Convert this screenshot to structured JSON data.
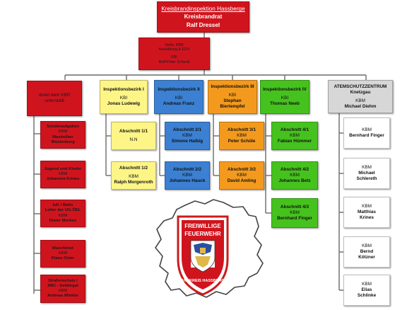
{
  "top": {
    "line1": "Kreisbrandinspektion Hassberge",
    "line2": "Kreisbrandrat",
    "line3": "Ralf Dressel"
  },
  "deputy": {
    "line1": "Stellv. KBR",
    "line2": "Ausbildung & EDV",
    "line3": "KBI",
    "line4": "Ralf-Peter Schenk"
  },
  "direct": {
    "line1": "direkt dem KBR",
    "line2": "unterstellt"
  },
  "direct_items": [
    {
      "title": "Sonderaufgaben",
      "role": "KBM",
      "name1": "Maximilian",
      "name2": "Wüstenberg"
    },
    {
      "title": "Jugend und Kinder",
      "role": "KBM",
      "name1": "Johannes Krines",
      "name2": ""
    },
    {
      "title": "IuK / Bahn",
      "role": "Leiter der UG-ÖEL",
      "name1": "KBM",
      "name2": "Dieter Murken"
    },
    {
      "title": "Maschinist",
      "role": "KBM",
      "name1": "Klaus Oster",
      "name2": ""
    },
    {
      "title": "Straßenschutz /",
      "role": "ABC - Gefahrgut",
      "name1": "KBM",
      "name2": "Andreas Winkler"
    }
  ],
  "bezirke": [
    {
      "title": "Inspektionsbezirk I",
      "role": "KBI",
      "name": "Jonas Ludewig",
      "name2": ""
    },
    {
      "title": "Inspektionsbezirk II",
      "role": "KBI",
      "name": "Andreas Franz",
      "name2": ""
    },
    {
      "title": "Inspektionsbezirk III",
      "role": "KBI",
      "name": "Stephan",
      "name2": "Biertempfel"
    },
    {
      "title": "Inspektionsbezirk IV",
      "role": "KBI",
      "name": "Thomas Neeb",
      "name2": ""
    }
  ],
  "abschnitte": {
    "b1": [
      {
        "title": "Abschnitt 1/1",
        "role": "N.N",
        "name": ""
      },
      {
        "title": "Abschnitt 1/2",
        "role": "KBM",
        "name": "Ralph Morgenroth"
      }
    ],
    "b2": [
      {
        "title": "Abschnitt 2/1",
        "role": "KBM",
        "name": "Simone Halbig"
      },
      {
        "title": "Abschnitt 2/2",
        "role": "KBM",
        "name": "Johannes Hauck"
      }
    ],
    "b3": [
      {
        "title": "Abschnitt 3/1",
        "role": "KBM",
        "name": "Peter Schüle"
      },
      {
        "title": "Abschnitt 3/2",
        "role": "KBM",
        "name": "David Amling"
      }
    ],
    "b4": [
      {
        "title": "Abschnitt  4/1",
        "role": "KBM",
        "name": "Fabian Hümmer"
      },
      {
        "title": "Abschnitt 4/2",
        "role": "KBM",
        "name": "Johannes Betz"
      },
      {
        "title": "Abschnitt 4/3",
        "role": "KBM",
        "name": "Bernhard Finger"
      }
    ]
  },
  "atem": {
    "title": "ATEMSCHUTZZENTRUM",
    "place": "Knetzgau",
    "role": "KBM",
    "name": "Michael  Diehm"
  },
  "atem_items": [
    {
      "role": "KBM",
      "name1": "Bernhard Finger",
      "name2": ""
    },
    {
      "role": "KBM",
      "name1": "Michael",
      "name2": "Schlereth"
    },
    {
      "role": "KBM",
      "name1": "Matthias",
      "name2": "Krines"
    },
    {
      "role": "KBM",
      "name1": "Bernd",
      "name2": "Kötzner"
    },
    {
      "role": "KBM",
      "name1": "Elias",
      "name2": "Schlinke"
    }
  ],
  "emblem": {
    "line1": "FREIWILLIGE",
    "line2": "FEUERWEHR",
    "ring": "LANDKREIS HASSBERGE"
  },
  "colors": {
    "red": "#d0141e",
    "yellow": "#fdf586",
    "blue": "#3b80d2",
    "orange": "#f39a1e",
    "green": "#46c21e",
    "gray": "#d7d7d7"
  }
}
